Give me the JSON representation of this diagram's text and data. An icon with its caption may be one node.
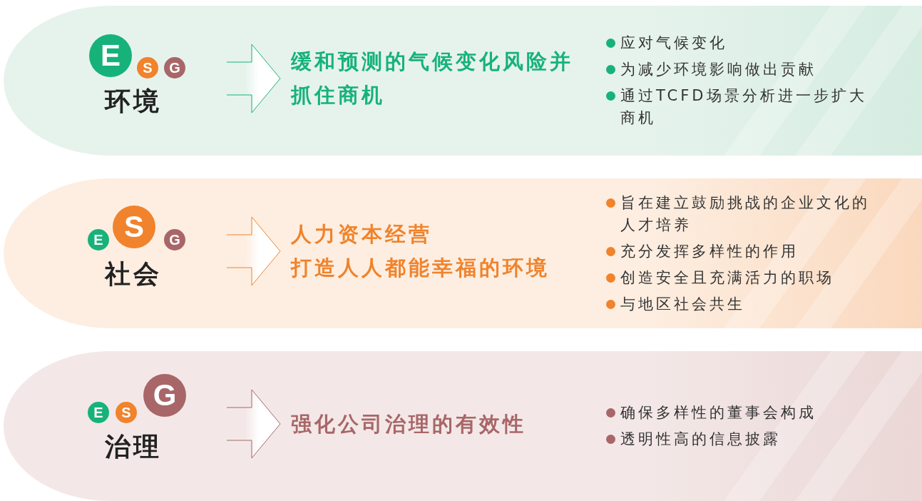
{
  "diagram": {
    "nodes": [
      {
        "text": [
          "应对气候变化",
          "为减少环境影响做出贡献",
          "通过TCFD场景分析进一步扩大商机"
        ]
      },
      {
        "text": [
          "环境"
        ],
        "in": 0
      },
      {
        "text": [
          "E"
        ],
        "in": 1
      },
      {
        "text": [
          "S"
        ],
        "in": 1
      },
      {
        "text": [
          "G"
        ],
        "in": 1
      },
      {
        "text": [
          "缓和预测的气候变化风险并抓住商机"
        ],
        "in": 0
      },
      {
        "text": [
          "旨在建立鼓励挑战的企业文化的人才培养",
          "充分发挥多样性的作用",
          "创造安全且充满活力的职场",
          "与地区社会共生"
        ]
      },
      {
        "text": [
          "社会"
        ],
        "in": 6
      },
      {
        "text": [
          "E"
        ],
        "in": 7
      },
      {
        "text": [
          "S"
        ],
        "in": 7
      },
      {
        "text": [
          "G"
        ],
        "in": 7
      },
      {
        "text": [
          "人力资本经营",
          "打造人人都能幸福的环境"
        ],
        "in": 6
      },
      {
        "text": [
          "确保多样性的董事会构成",
          "透明性高的信息披露"
        ]
      },
      {
        "text": [
          "治理"
        ],
        "in": 12
      },
      {
        "text": [
          "E"
        ],
        "in": 13
      },
      {
        "text": [
          "S"
        ],
        "in": 13
      },
      {
        "text": [
          "G"
        ],
        "in": 13
      },
      {
        "text": [
          "强化公司治理的有效性"
        ],
        "in": 12
      }
    ],
    "edges": [
      {
        "from": 1,
        "to": 5,
        "arrow": "to"
      },
      {
        "from": 7,
        "to": 11,
        "arrow": "to"
      },
      {
        "from": 13,
        "to": 17,
        "arrow": "to"
      }
    ]
  }
}
